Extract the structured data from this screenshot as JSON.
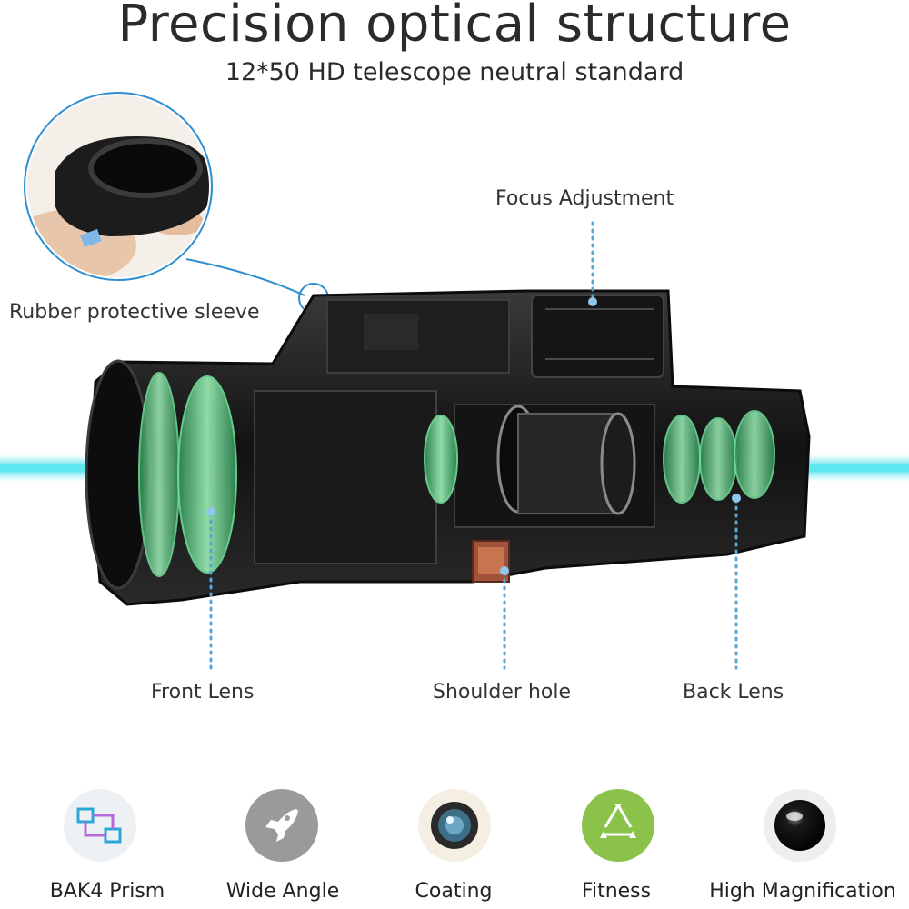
{
  "header": {
    "title": "Precision optical structure",
    "subtitle": "12*50 HD telescope neutral standard"
  },
  "callouts": {
    "rubber_sleeve": "Rubber protective sleeve",
    "focus_adjustment": "Focus Adjustment",
    "front_lens": "Front Lens",
    "shoulder_hole": "Shoulder hole",
    "back_lens": "Back Lens"
  },
  "features": [
    {
      "label": "BAK4 Prism",
      "icon": "prism-icon"
    },
    {
      "label": "Wide Angle",
      "icon": "rocket-icon"
    },
    {
      "label": "Coating",
      "icon": "lens-coating-icon"
    },
    {
      "label": "Fitness",
      "icon": "recycle-icon"
    },
    {
      "label": "High Magnification",
      "icon": "black-lens-icon"
    }
  ],
  "colors": {
    "light_beam": "#33d6e0",
    "lens_green": "#4fd07a",
    "callout_dots": "#5aa6d6",
    "body_dark": "#1b1b1b"
  }
}
